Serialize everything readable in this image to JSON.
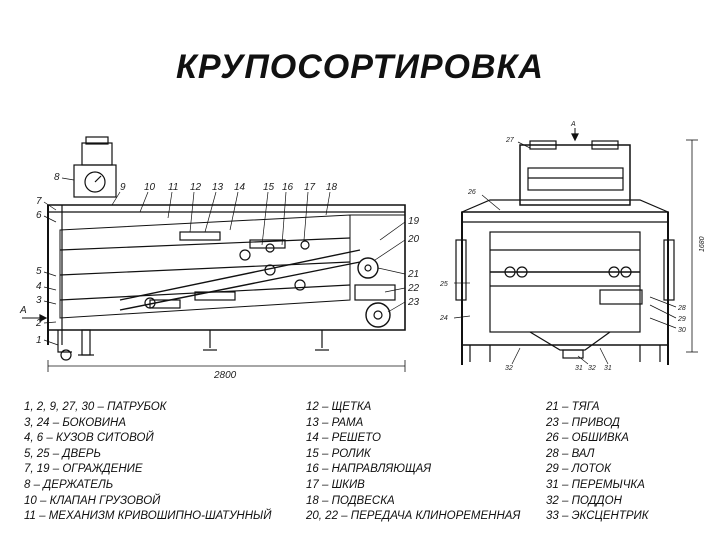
{
  "title": "КРУПОСОРТИРОВКА",
  "side_view": {
    "callouts_top": [
      "8",
      "9",
      "10",
      "11",
      "12",
      "13",
      "14",
      "15",
      "16",
      "17",
      "18"
    ],
    "callouts_left": [
      "7",
      "6",
      "5",
      "4",
      "3",
      "2",
      "1"
    ],
    "callouts_right": [
      "19",
      "20",
      "21",
      "22",
      "23"
    ],
    "arrow_label": "A",
    "dimension": "2800"
  },
  "front_view": {
    "callouts": [
      "27",
      "26",
      "25",
      "24",
      "28",
      "29",
      "30",
      "32",
      "31",
      "32",
      "31"
    ],
    "section_label": "A",
    "dimension": "1680"
  },
  "legend": {
    "col1": [
      "1, 2, 9, 27, 30 – ПАТРУБОК",
      "3, 24 – БОКОВИНА",
      "4, 6 – КУЗОВ СИТОВОЙ",
      "5, 25 – ДВЕРЬ",
      "7, 19 – ОГРАЖДЕНИЕ",
      "8 – ДЕРЖАТЕЛЬ",
      "10 – КЛАПАН ГРУЗОВОЙ",
      "11 – МЕХАНИЗМ КРИВОШИПНО-ШАТУННЫЙ"
    ],
    "col2": [
      "12 – ЩЕТКА",
      "13 – РАМА",
      "14 – РЕШЕТО",
      "15 – РОЛИК",
      "16 – НАПРАВЛЯЮЩАЯ",
      "17 – ШКИВ",
      "18 – ПОДВЕСКА",
      "20, 22 – ПЕРЕДАЧА КЛИНОРЕМЕННАЯ"
    ],
    "col3": [
      "21 – ТЯГА",
      "23 – ПРИВОД",
      "26 – ОБШИВКА",
      "28 – ВАЛ",
      "29 – ЛОТОК",
      "31 – ПЕРЕМЫЧКА",
      "32 – ПОДДОН",
      "33 – ЭКСЦЕНТРИК"
    ]
  }
}
